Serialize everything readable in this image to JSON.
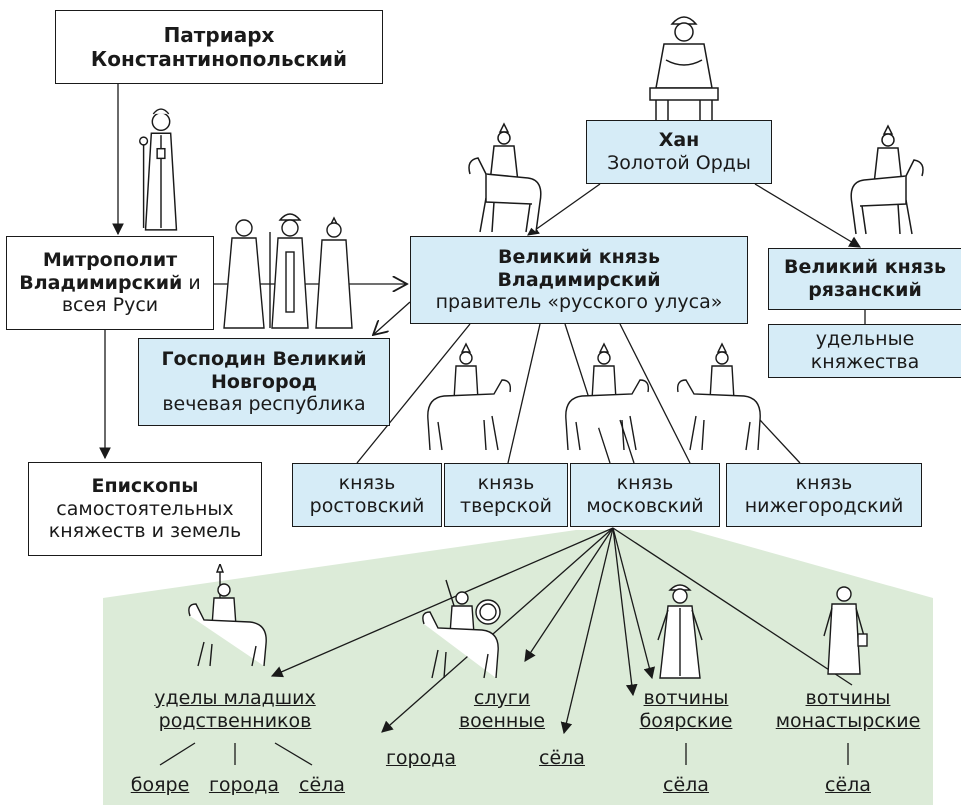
{
  "colors": {
    "box_blue": "#d6ecf7",
    "box_white": "#ffffff",
    "green_area": "#dcebd8",
    "line": "#1a1a1a"
  },
  "nodes": {
    "patriarch": {
      "title": "Патриарх",
      "subtitle": "Константинопольский"
    },
    "metropolitan": {
      "line1": "Митрополит",
      "line2_bold": "Владимирский",
      "line2_rest": " и",
      "line3": "всея Руси"
    },
    "bishops": {
      "title": "Епископы",
      "line2": "самостоятельных",
      "line3": "княжеств и земель"
    },
    "khan": {
      "title": "Хан",
      "subtitle": "Золотой Орды"
    },
    "grand_prince": {
      "line1": "Великий князь",
      "line2": "Владимирский",
      "line3": "правитель «русского улуса»"
    },
    "ryazan": {
      "line1": "Великий князь",
      "line2": "рязанский"
    },
    "appanage": {
      "line1": "удельные",
      "line2": "княжества"
    },
    "novgorod": {
      "line1": "Господин Великий",
      "line2": "Новгород",
      "line3": "вечевая республика"
    },
    "rostov": {
      "line1": "князь",
      "line2": "ростовский"
    },
    "tver": {
      "line1": "князь",
      "line2": "тверской"
    },
    "moscow": {
      "line1": "князь",
      "line2": "московский"
    },
    "nizhny": {
      "line1": "князь",
      "line2": "нижегородский"
    }
  },
  "moscow_holdings": {
    "junior_relatives": {
      "line1": "уделы младших",
      "line2": "родственников"
    },
    "boyars": "бояре",
    "towns_small": "города",
    "villages_small": "сёла",
    "towns": "города",
    "military_servants": {
      "line1": "слуги",
      "line2": "военные"
    },
    "villages": "сёла",
    "boyar_estates": {
      "line1": "вотчины",
      "line2": "боярские"
    },
    "boyar_villages": "сёла",
    "monastery_estates": {
      "line1": "вотчины",
      "line2": "монастырские"
    },
    "monastery_villages": "сёла"
  },
  "figures": [
    "patriarch-cleric-figure",
    "khan-enthroned-figure",
    "horseman-figure",
    "three-clergy-figures",
    "horseman-figure",
    "horseman-figure",
    "horseman-figure",
    "horseman-figure",
    "horseman-figure",
    "horseman-spear-figure",
    "boyar-figure",
    "monk-figure"
  ]
}
